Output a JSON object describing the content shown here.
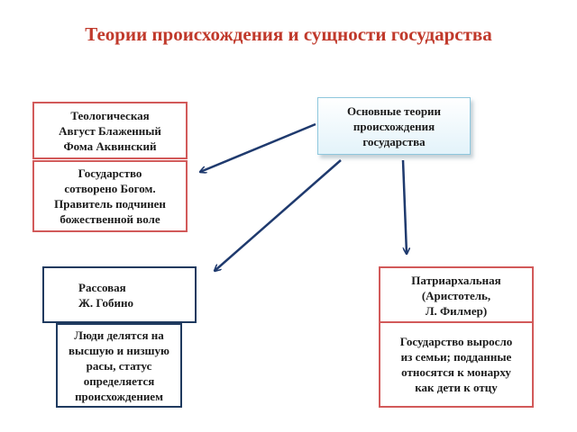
{
  "title": "Теории происхождения и сущности государства",
  "main_box": {
    "lines": [
      "Основные теории",
      "происхождения",
      "государства"
    ]
  },
  "theological": {
    "header_lines": [
      "Теологическая",
      "Август Блаженный",
      "Фома Аквинский"
    ],
    "body_lines": [
      "Государство",
      "сотворено Богом.",
      "Правитель подчинен",
      "божественной воле"
    ]
  },
  "racial": {
    "header_lines": [
      "Рассовая",
      "Ж. Гобино"
    ],
    "body_lines": [
      "Люди делятся на",
      "высшую и низшую",
      "расы, статус",
      "определяется",
      "происхождением"
    ]
  },
  "patriarchal": {
    "header_lines": [
      "Патриархальная",
      "(Аристотель,",
      "Л. Филмер)"
    ],
    "body_lines": [
      "Государство выросло",
      "из семьи; подданные",
      "относятся к монарху",
      "как дети к отцу"
    ]
  },
  "colors": {
    "title": "#c0392b",
    "box_border_red": "#d25a5a",
    "box_border_navy": "#1f3a5f",
    "main_border": "#8ec7dd",
    "arrow": "#1f3a6e"
  }
}
